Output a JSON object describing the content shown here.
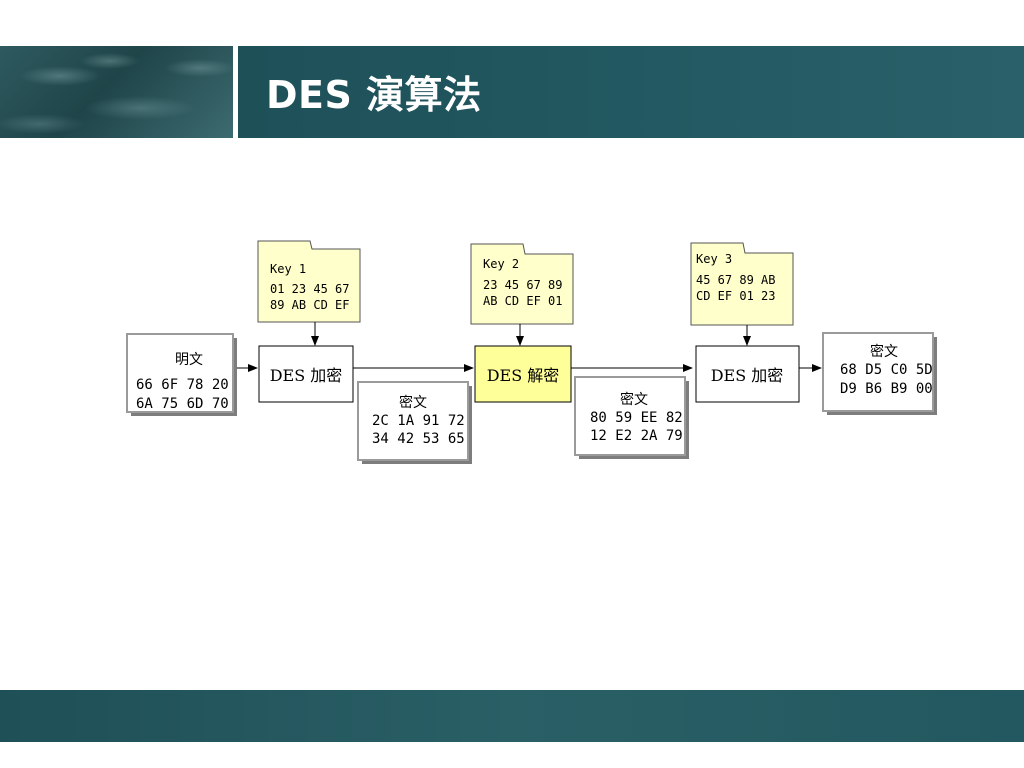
{
  "title": "DES 演算法",
  "diagram": {
    "plaintext_box": {
      "label": "明文",
      "line1": "66 6F 78 20",
      "line2": "6A 75 6D 70"
    },
    "keys": [
      {
        "label": "Key 1",
        "line1": "01 23 45 67",
        "line2": "89 AB CD EF"
      },
      {
        "label": "Key 2",
        "line1": "23 45 67 89",
        "line2": "AB CD EF 01"
      },
      {
        "label": "Key 3",
        "line1": "45 67 89 AB",
        "line2": "CD EF 01 23"
      }
    ],
    "stages": [
      {
        "label": "DES 加密"
      },
      {
        "label": "DES 解密"
      },
      {
        "label": "DES 加密"
      }
    ],
    "intermediate": [
      {
        "label": "密文",
        "line1": "2C 1A 91 72",
        "line2": "34 42 53 65"
      },
      {
        "label": "密文",
        "line1": "80 59 EE 82",
        "line2": "12 E2 2A 79"
      }
    ],
    "ciphertext_box": {
      "label": "密文",
      "line1": "68 D5 C0 5D",
      "line2": "D9 B6 B9 00"
    }
  },
  "colors": {
    "header": "#235a63",
    "key_fill": "#ffffcc",
    "highlight_fill": "#ffff99",
    "data_box_shadow": "#9a9a9a"
  }
}
